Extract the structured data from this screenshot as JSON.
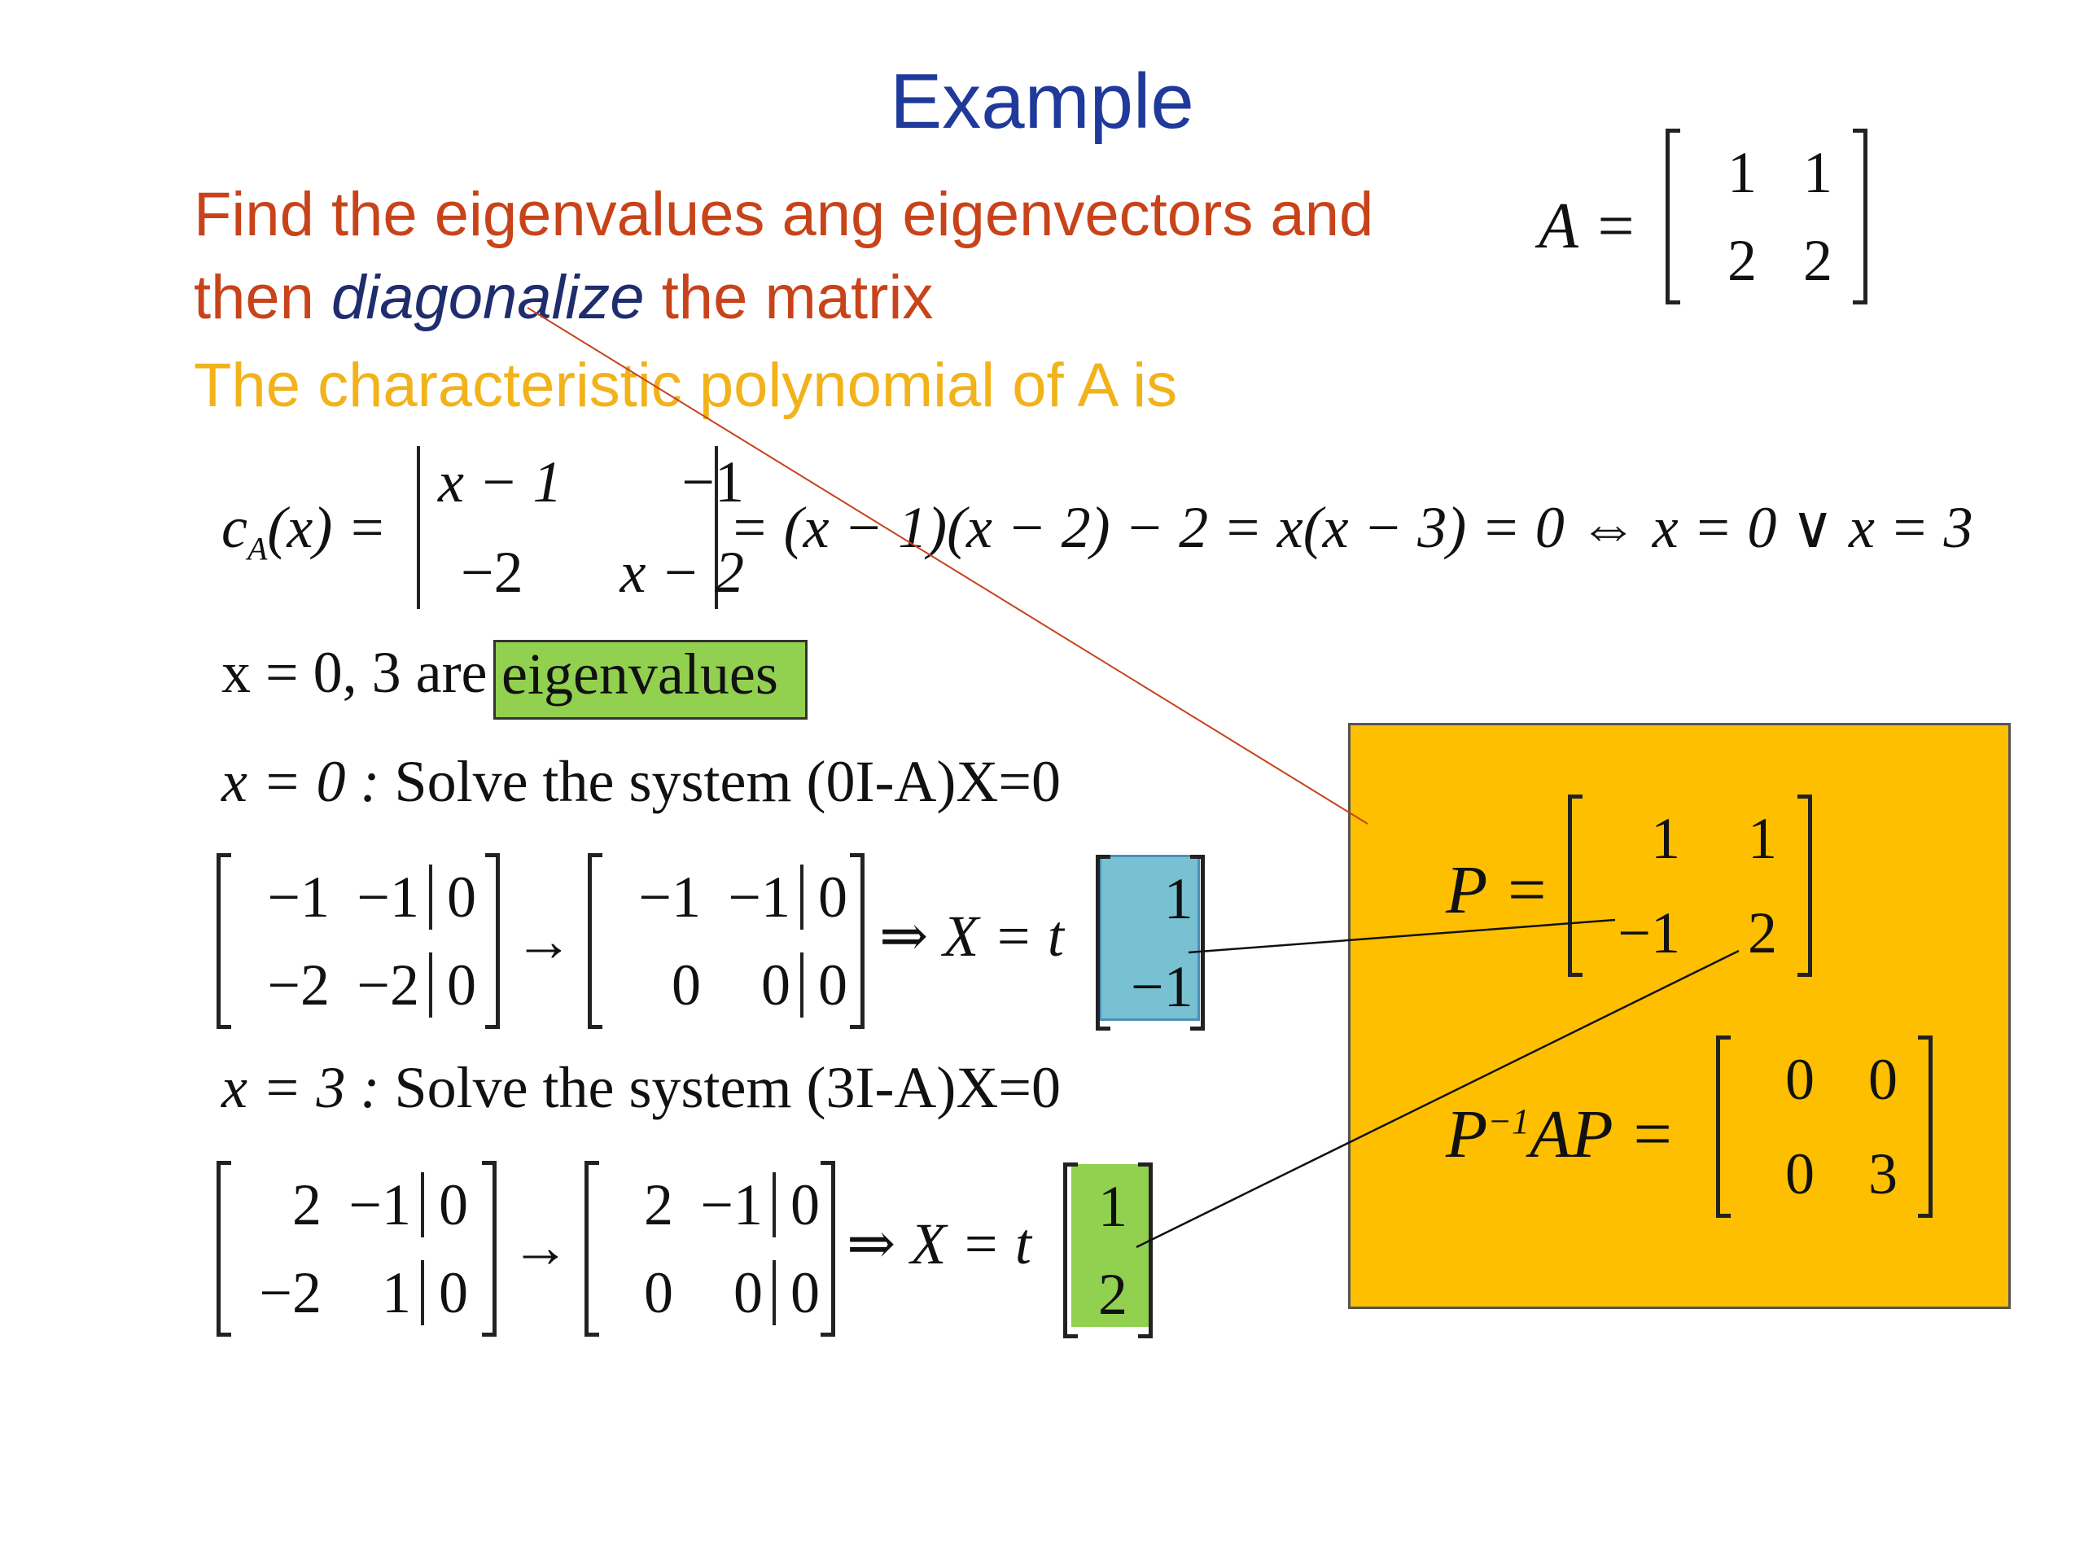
{
  "title": "Example",
  "problem": {
    "line1": "Find the eigenvalues ang eigenvectors  and",
    "line2_pre": "then ",
    "line2_em": "diagonalize",
    "line2_post": " the matrix"
  },
  "char_poly_intro": "The characteristic polynomial of A is",
  "matrix_A": {
    "label": "A =",
    "rows": [
      [
        "1",
        "1"
      ],
      [
        "2",
        "2"
      ]
    ]
  },
  "char_eq": {
    "lhs": "c",
    "lhs_sub": "A",
    "lhs_arg": "(x) =",
    "det_rows": [
      [
        "x − 1",
        "−1"
      ],
      [
        "−2",
        "x − 2"
      ]
    ],
    "rhs": "= (x − 1)(x − 2) − 2 = x(x − 3) = 0 ⇔ x = 0 ∨ x = 3"
  },
  "eigen_statement": {
    "pre": "x = 0, 3 are",
    "highlight": "eigenvalues"
  },
  "case0": {
    "heading_x": "x = 0 :",
    "heading_text": "Solve the system",
    "system": "(0I-A)X=0",
    "aug1": [
      [
        "−1",
        "−1",
        "0"
      ],
      [
        "−2",
        "−2",
        "0"
      ]
    ],
    "aug2": [
      [
        "−1",
        "−1",
        "0"
      ],
      [
        "0",
        "0",
        "0"
      ]
    ],
    "arrow": "→",
    "implies": "⇒ X = t",
    "vector": [
      "1",
      "−1"
    ]
  },
  "case3": {
    "heading_x": "x = 3 :",
    "heading_text": "Solve the system",
    "system": "(3I-A)X=0",
    "aug1": [
      [
        "2",
        "−1",
        "0"
      ],
      [
        "−2",
        "1",
        "0"
      ]
    ],
    "aug2": [
      [
        "2",
        "−1",
        "0"
      ],
      [
        "0",
        "0",
        "0"
      ]
    ],
    "arrow": "→",
    "implies": "⇒ X = t",
    "vector": [
      "1",
      "2"
    ]
  },
  "result_box": {
    "P_label": "P =",
    "P_rows": [
      [
        "1",
        "1"
      ],
      [
        "−1",
        "2"
      ]
    ],
    "D_label": "AP =",
    "D_P": "P",
    "D_sup": "−1",
    "D_rows": [
      [
        "0",
        "0"
      ],
      [
        "0",
        "3"
      ]
    ]
  },
  "colors": {
    "title": "#1f3a9b",
    "problem": "#c8431a",
    "diagonalize": "#1f2d6e",
    "char_poly_intro": "#f2b21a",
    "eigen_highlight": "#92d050",
    "vector0_highlight": "#78c1d2",
    "vector3_highlight": "#92d050",
    "result_box": "#fdbf00"
  }
}
